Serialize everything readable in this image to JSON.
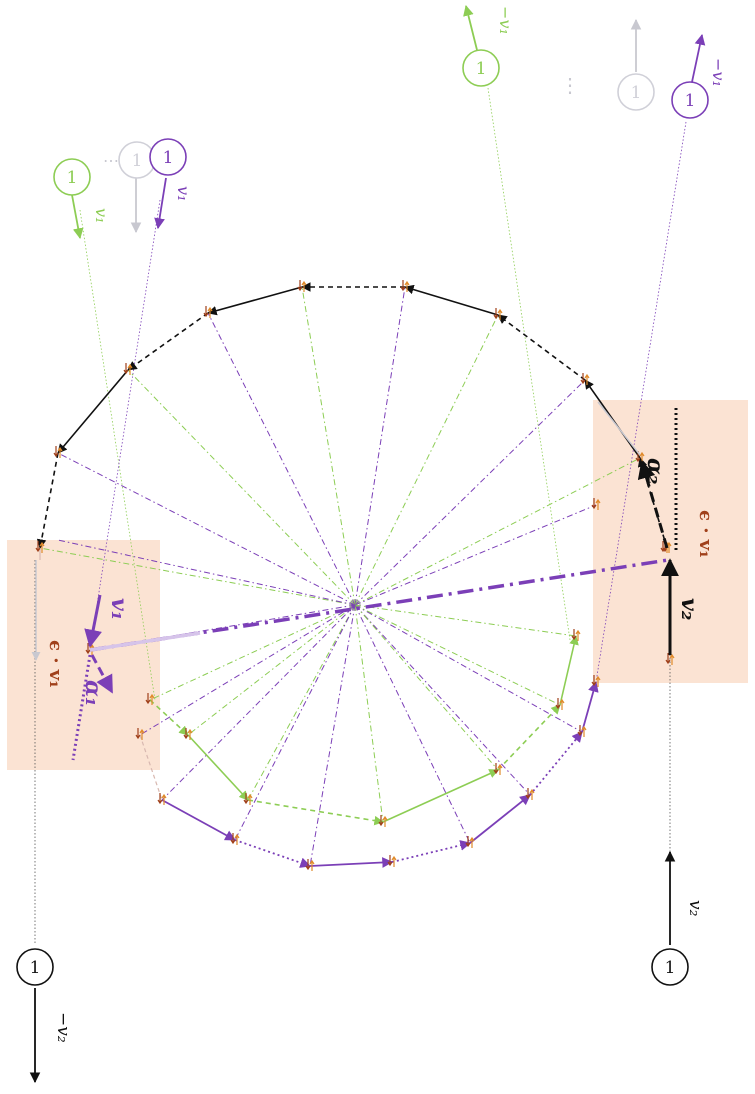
{
  "colors": {
    "black": "#111111",
    "green": "#8dcd54",
    "purple": "#7b3fb7",
    "gray": "#c8c8d0",
    "highlight": "#fbe3d3",
    "brown": "#a0401a",
    "orange": "#e08a2a"
  },
  "nodes": {
    "node_value": "1"
  },
  "labels": {
    "v1_green": "v₁",
    "v1_purple": "v₁",
    "neg_v1_green": "−v₁",
    "neg_v1_purple": "−v₁",
    "v2_bottom": "v₂",
    "neg_v2_left": "−v₂",
    "eps_v1_left": "ϵ · v₁",
    "eps_v1_right": "ϵ · v₁",
    "alpha1": "α₁",
    "alpha2": "α₂",
    "v1_bold": "v₁",
    "v2_bold": "v₂",
    "ellipsis_top": "⋮",
    "ellipsis_left": "⋯"
  }
}
